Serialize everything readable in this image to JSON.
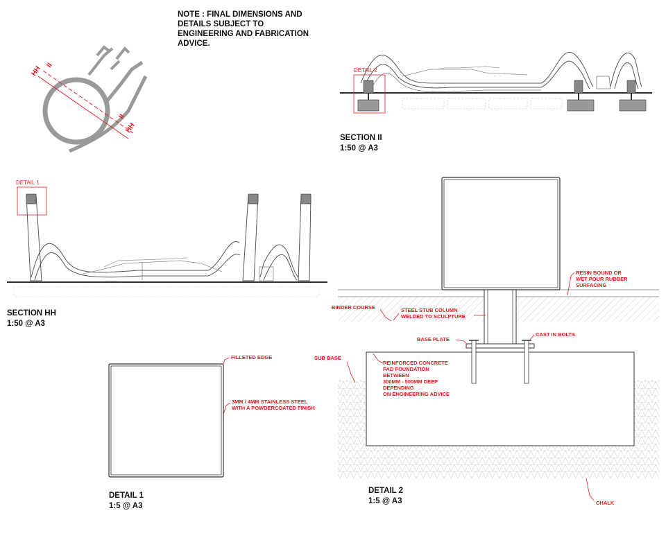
{
  "note": [
    "NOTE : FINAL DIMENSIONS AND",
    "DETAILS SUBJECT TO",
    "ENGINEERING AND FABRICATION",
    "ADVICE."
  ],
  "plan_markers": {
    "hh": "HH",
    "ii": "II"
  },
  "section_ii": {
    "title": "SECTION II",
    "scale": "1:50 @ A3",
    "detail_tag": "DETAIL 2"
  },
  "section_hh": {
    "title": "SECTION HH",
    "scale": "1:50 @ A3",
    "detail_tag": "DETAIL 1"
  },
  "detail_1": {
    "title": "DETAIL 1",
    "scale": "1:5 @ A3",
    "labels": [
      "FILLETED EDGE",
      "3MM / 4MM STAINLESS STEEL",
      "WITH A POWDERCOATED FINISH"
    ]
  },
  "detail_2": {
    "title": "DETAIL 2",
    "scale": "1:5 @ A3",
    "labels": {
      "resin": [
        "RESIN BOUND OR",
        "WET POUR RUBBER",
        "SURFACING"
      ],
      "binder": "BINDER COURSE",
      "stub": [
        "STEEL STUB COLUMN",
        "WELDED TO SCULPTURE"
      ],
      "base_plate": "BASE PLATE",
      "bolts": "CAST IN BOLTS",
      "sub_base": "SUB BASE",
      "pad": [
        "REINFORCED CONCRETE",
        "PAD FOUNDATION",
        "BETWEEN",
        "300MM - 500MM DEEP",
        "DEPENDING",
        "ON ENGINEERING ADVICE"
      ],
      "chalk": "CHALK"
    }
  },
  "colors": {
    "annotation": "#e21b1b",
    "outline": "#333333",
    "plan_grey": "#9a9a9a"
  }
}
